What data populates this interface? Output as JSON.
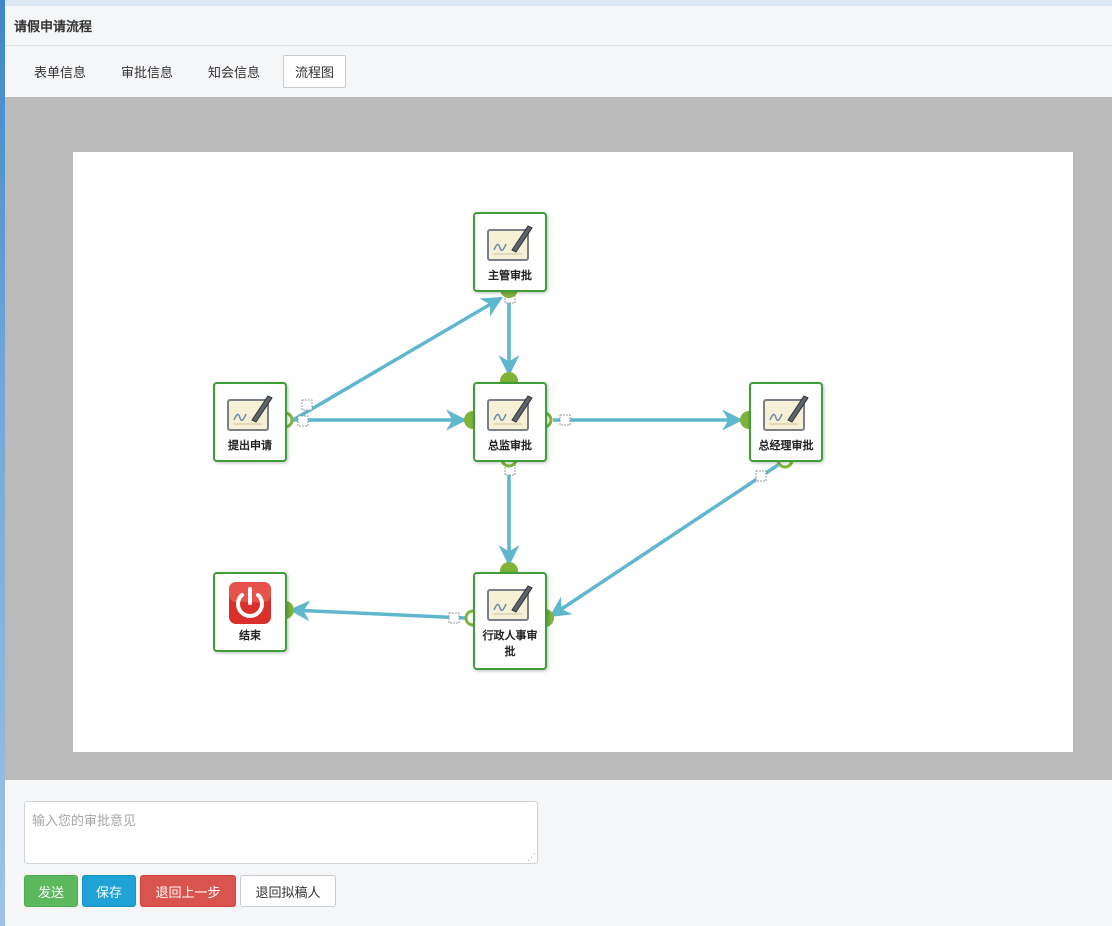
{
  "window": {
    "title": "请假申请流程"
  },
  "tabs": [
    {
      "label": "表单信息"
    },
    {
      "label": "审批信息"
    },
    {
      "label": "知会信息"
    },
    {
      "label": "流程图",
      "active": true
    }
  ],
  "flow": {
    "nodes": [
      {
        "id": "n_supervisor",
        "label": "主管审批",
        "icon": "sign-document-icon"
      },
      {
        "id": "n_submit",
        "label": "提出申请",
        "icon": "sign-document-icon"
      },
      {
        "id": "n_director",
        "label": "总监审批",
        "icon": "sign-document-icon"
      },
      {
        "id": "n_gm",
        "label": "总经理审批",
        "icon": "sign-document-icon"
      },
      {
        "id": "n_end",
        "label": "结束",
        "icon": "power-icon"
      },
      {
        "id": "n_hr",
        "label": "行政人事审批",
        "icon": "sign-document-icon"
      }
    ],
    "edges": [
      {
        "from": "提出申请",
        "to": "主管审批"
      },
      {
        "from": "提出申请",
        "to": "总监审批"
      },
      {
        "from": "主管审批",
        "to": "总监审批"
      },
      {
        "from": "总监审批",
        "to": "总经理审批"
      },
      {
        "from": "总监审批",
        "to": "行政人事审批"
      },
      {
        "from": "总经理审批",
        "to": "行政人事审批"
      },
      {
        "from": "行政人事审批",
        "to": "结束"
      }
    ],
    "colors": {
      "edge": "#5fb6cf",
      "port": "#7fb33a",
      "border": "#3f9e3a",
      "stage": "#bababa"
    }
  },
  "comment": {
    "placeholder": "输入您的审批意见",
    "value": ""
  },
  "actions": {
    "send": "发送",
    "save": "保存",
    "back_step": "退回上一步",
    "back_drafter": "退回拟稿人"
  }
}
